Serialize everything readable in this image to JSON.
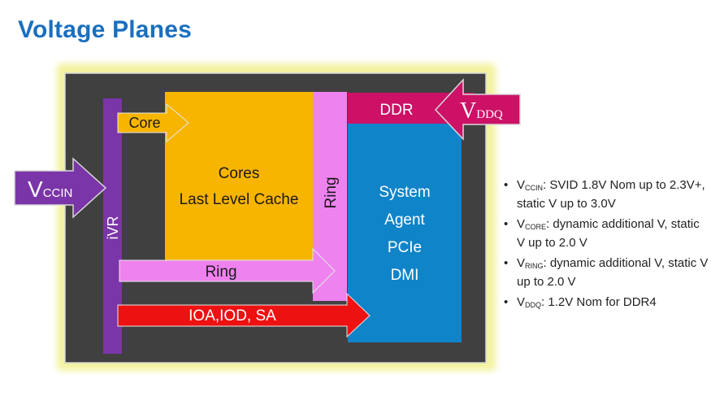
{
  "title": "Voltage Planes",
  "colors": {
    "title": "#1a6fbf",
    "glow": "#f3f3a0",
    "chip": "#404040",
    "ivr": "#7a35a8",
    "core": "#f7b500",
    "ring": "#ee82ee",
    "ddr": "#cc1166",
    "system_agent": "#1084c8",
    "ioa": "#ee1111",
    "vccin": "#7a35a8"
  },
  "diagram": {
    "ivr_label": "iVR",
    "core_arrow_label": "Core",
    "cores_block": {
      "line1": "Cores",
      "line2": "Last Level Cache"
    },
    "ring_vertical_label": "Ring",
    "ring_arrow_label": "Ring",
    "ddr_label": "DDR",
    "ioa_label": "IOA,IOD, SA",
    "system_agent": {
      "line1": "System",
      "line2": "Agent",
      "line3": "PCIe",
      "line4": "DMI"
    },
    "vccin": {
      "main": "V",
      "sub": "CCIN"
    },
    "vddq": {
      "main": "V",
      "sub": "DDQ"
    }
  },
  "notes": [
    {
      "bullet": "•",
      "main": "V",
      "sub": "CCIN",
      "text": ": SVID 1.8V Nom up to 2.3V+, static V up to 3.0V"
    },
    {
      "bullet": "•",
      "main": "V",
      "sub": "CORE",
      "text": ": dynamic additional V, static V up to 2.0 V"
    },
    {
      "bullet": "•",
      "main": "V",
      "sub": "RING",
      "text": ": dynamic additional V, static V up to 2.0 V"
    },
    {
      "bullet": "•",
      "main": "V",
      "sub": "DDQ",
      "text": ": 1.2V Nom for DDR4"
    }
  ]
}
